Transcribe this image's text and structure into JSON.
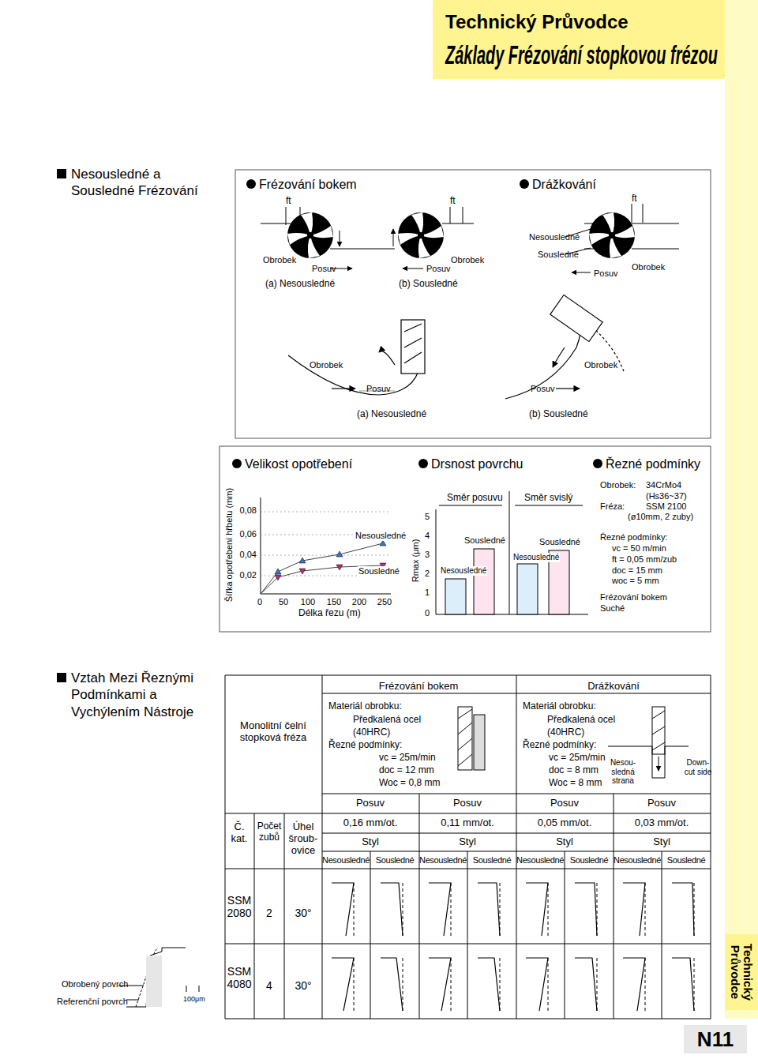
{
  "diagram": {
    "nodes": [
      {
        "text": [
          "Technický Průvodce",
          "Základy Frézování stopkovou frézou"
        ]
      },
      {
        "text": [
          "Technický Průvodce"
        ]
      },
      {
        "text": [
          "N11"
        ]
      }
    ],
    "labels": [
      "Nesousledné a Sousledné Frézování",
      "Frézování bokem",
      "Drážkování",
      "ft",
      "ft",
      "ft",
      "Obrobek",
      "Posuv",
      "(a) Nesousledné",
      "Posuv",
      "Obrobek",
      "(b) Sousledné",
      "Nesousledné",
      "Sousledné",
      "Posuv",
      "Obrobek",
      "Obrobek",
      "Posuv",
      "(a) Nesousledné",
      "Obrobek",
      "Posuv",
      "(b) Sousledné",
      "Velikost opotřebení",
      "Drsnost povrchu",
      "Řezné podmínky",
      "Šířka opotřebení hřbetu (mm)",
      "0,08",
      "0,06",
      "0,04",
      "0,02",
      "0",
      "50",
      "100",
      "150",
      "200",
      "250",
      "Délka řezu (m)",
      "Nesousledné",
      "Sousledné",
      "Rmax (μm)",
      "5",
      "4",
      "3",
      "2",
      "1",
      "0",
      "Směr posuvu",
      "Sousledné",
      "Nesousledné",
      "Směr svislý",
      "Sousledné",
      "Nesousledné",
      "Obrobek:",
      "34CrMo4",
      "(Hs36~37)",
      "Fréza:",
      "SSM 2100",
      "(ø10mm, 2 zuby)",
      "Řezné podmínky:",
      "vc = 50 m/min",
      "ft = 0,05 mm/zub",
      "doc = 15 mm",
      "woc = 5 mm",
      "Frézování bokem",
      "Suché",
      "Vztah Mezi Řeznými Podmínkami a Vychýlením Nástroje",
      "Frézování bokem",
      "Drážkování",
      "Monolitní čelní stopková fréza",
      "Materiál obrobku:",
      "Předkalená ocel",
      "(40HRC)",
      "Řezné podmínky:",
      "vc = 25m/min",
      "doc = 12 mm",
      "Woc = 0,8 mm",
      "Materiál obrobku:",
      "Předkalená ocel",
      "(40HRC)",
      "Řezné podmínky:",
      "vc = 25m/min",
      "doc = 8 mm",
      "Woc = 8 mm",
      "Nesou- sledná strana",
      "Down- cut side",
      "Posuv",
      "Posuv",
      "Posuv",
      "Posuv",
      "0,16 mm/ot.",
      "0,11 mm/ot.",
      "0,05 mm/ot.",
      "0,03 mm/ot.",
      "Styl",
      "Styl",
      "Styl",
      "Styl",
      "Nesousledné",
      "Sousledné",
      "Nesousledné",
      "Sousledné",
      "Nesousledné",
      "Sousledné",
      "Nesousledné",
      "Sousledné",
      "Č. kat.",
      "Počet zubů",
      "Úhel šroub- ovice",
      "SSM 2080",
      "2",
      "30°",
      "SSM 4080",
      "4",
      "30°",
      "100μm"
    ],
    "legend": [
      {
        "text": "Obrobený povrch"
      },
      {
        "text": "Referenční povrch"
      }
    ]
  }
}
